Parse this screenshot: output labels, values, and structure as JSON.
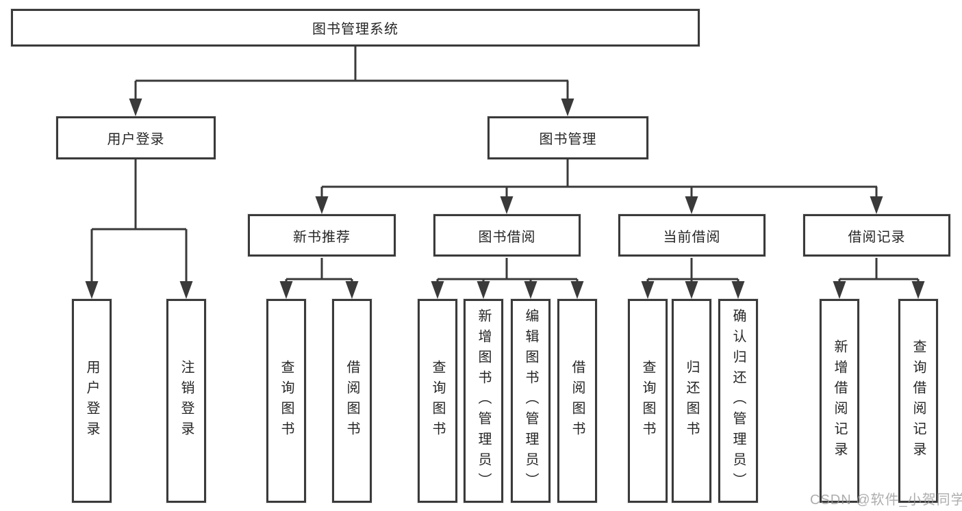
{
  "tree": {
    "root": "图书管理系统",
    "branches": [
      {
        "label": "用户登录",
        "children": [
          "用户登录",
          "注销登录"
        ]
      },
      {
        "label": "图书管理",
        "groups": [
          {
            "label": "新书推荐",
            "children": [
              "查询图书",
              "借阅图书"
            ]
          },
          {
            "label": "图书借阅",
            "children": [
              "查询图书",
              "新增图书（管理员）",
              "编辑图书（管理员）",
              "借阅图书"
            ]
          },
          {
            "label": "当前借阅",
            "children": [
              "查询图书",
              "归还图书",
              "确认归还（管理员）"
            ]
          },
          {
            "label": "借阅记录",
            "children": [
              "新增借阅记录",
              "查询借阅记录"
            ]
          }
        ]
      }
    ]
  },
  "watermark": "CSDN @软件_小贺同学",
  "colors": {
    "line": "#3a3a3a",
    "text": "#262626",
    "background": "#ffffff",
    "watermark": "#969696"
  }
}
